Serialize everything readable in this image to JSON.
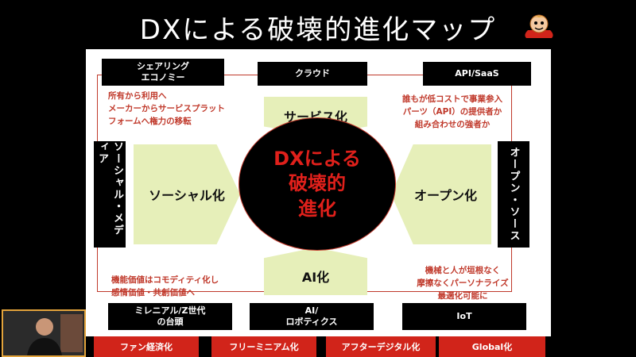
{
  "title": "DXによる破壊的進化マップ",
  "top_blocks": {
    "sharing": [
      "シェアリング",
      "エコノミー"
    ],
    "cloud": "クラウド",
    "api": "API/SaaS"
  },
  "side_blocks": {
    "left": "ソーシャル・メディア",
    "right": "オープン・ソース"
  },
  "notes": {
    "top_left": [
      "所有から利用へ",
      "メーカーからサービスプラット",
      "フォームへ権力の移転"
    ],
    "top_right": [
      "誰もが低コストで事業参入",
      "パーツ（API）の提供者か",
      "組み合わせの強者か"
    ],
    "bottom_left": [
      "機能価値はコモディティ化し",
      "感情価値・共創価値へ"
    ],
    "bottom_right": [
      "機械と人が垣根なく",
      "摩擦なくパーソナライズ",
      "最適化可能に"
    ]
  },
  "shapes": {
    "service": "サービス化",
    "social": "ソーシャル化",
    "open": "オープン化",
    "ai": "AI化"
  },
  "center": [
    "DXによる",
    "破壊的",
    "進化"
  ],
  "bottom_blocks": {
    "millennial": [
      "ミレニアル/Z世代",
      "の台頭"
    ],
    "ai_robotics": [
      "AI/",
      "ロボティクス"
    ],
    "iot": "IoT"
  },
  "bottom_buttons": [
    "ファン経済化",
    "フリーミニアム化",
    "アフターデジタル化",
    "Global化"
  ],
  "colors": {
    "accent_red": "#d1241a",
    "shape_fill": "#e6efb9",
    "background": "#000000"
  }
}
